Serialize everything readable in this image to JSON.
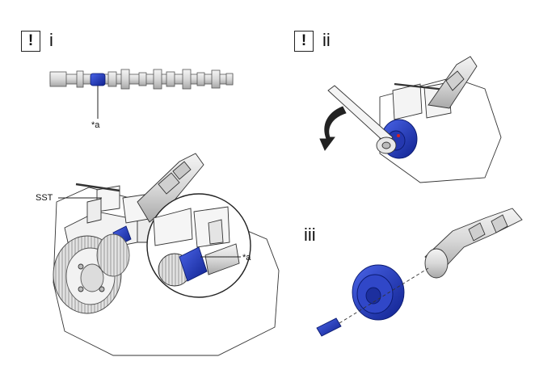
{
  "panels": {
    "i": {
      "step_label": "i",
      "warning_icon": "caution-exclamation-icon",
      "callout_a": "*a",
      "callout_sst": "SST",
      "callout_a_detail": "*a"
    },
    "ii": {
      "step_label": "ii",
      "warning_icon": "caution-exclamation-icon",
      "warning_symbol": "!"
    },
    "iii": {
      "step_label": "iii"
    }
  },
  "warning_symbol": "!",
  "colors": {
    "part_highlight": "#1c35c8",
    "outline": "#333333",
    "shade": "#dcdcdc",
    "marker": "#d42020"
  }
}
